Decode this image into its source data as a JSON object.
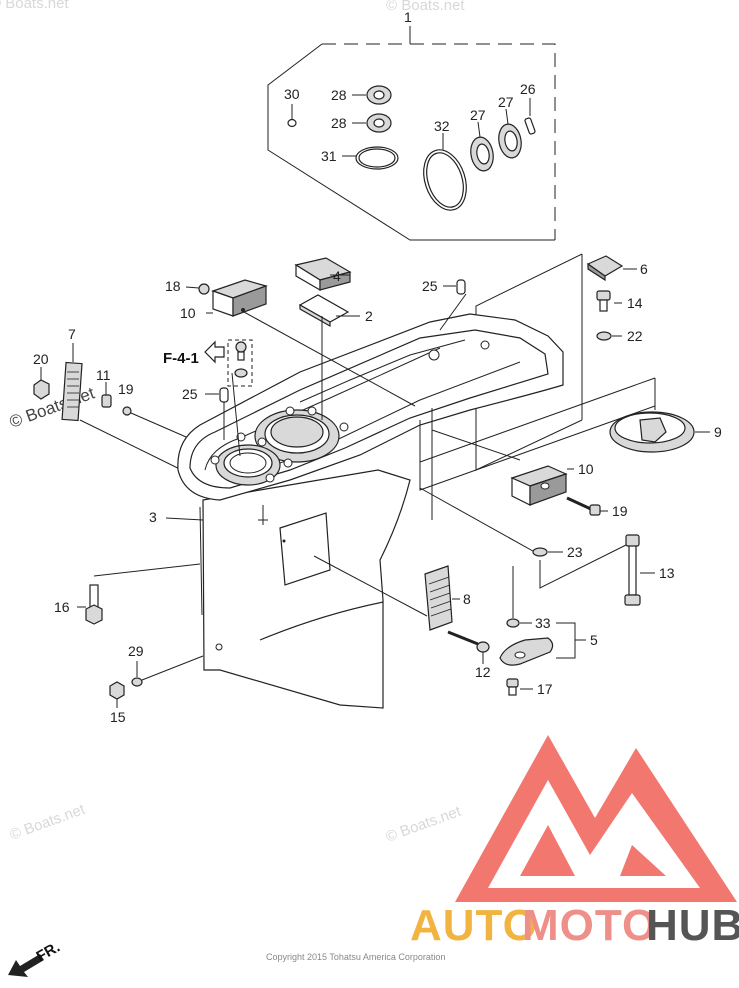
{
  "diagram": {
    "part_numbers": [
      "1",
      "2",
      "3",
      "4",
      "5",
      "6",
      "7",
      "8",
      "9",
      "10",
      "11",
      "12",
      "13",
      "14",
      "15",
      "16",
      "17",
      "18",
      "19",
      "20",
      "22",
      "23",
      "25",
      "26",
      "27",
      "28",
      "29",
      "30",
      "31",
      "32",
      "33"
    ],
    "reference_label": "F-4-1",
    "front_indicator": "FR.",
    "callouts": {
      "p1": "1",
      "p30": "30",
      "p28a": "28",
      "p28b": "28",
      "p31": "31",
      "p32": "32",
      "p27a": "27",
      "p27b": "27",
      "p26": "26",
      "p4": "4",
      "p2": "2",
      "p18": "18",
      "p10a": "10",
      "p25a": "25",
      "p6": "6",
      "p14": "14",
      "p22": "22",
      "p7": "7",
      "p20": "20",
      "p11": "11",
      "p19a": "19",
      "p25b": "25",
      "p9": "9",
      "p10b": "10",
      "p3": "3",
      "p19b": "19",
      "p23": "23",
      "p13": "13",
      "p16": "16",
      "p8": "8",
      "p33": "33",
      "p5": "5",
      "p29": "29",
      "p12": "12",
      "p17": "17",
      "p15": "15"
    }
  },
  "watermarks": {
    "text": "© Boats.net",
    "dark_text": "© Boats.net"
  },
  "copyright": "Copyright 2015 Tohatsu America Corporation",
  "logo": {
    "word_a": "AUTO",
    "word_b": "MOTO",
    "word_c": "HUB",
    "color_a": "#f2b441",
    "color_b": "#ef8f8a",
    "color_c": "#555555",
    "triangle_color": "#ee4b3f"
  }
}
